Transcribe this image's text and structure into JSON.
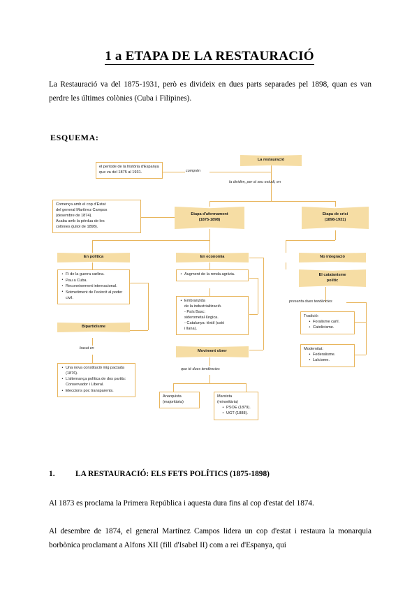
{
  "document": {
    "title": "1 a ETAPA DE LA RESTAURACIÓ",
    "intro": "La Restauració va del 1875-1931, però es divideix en dues parts separades pel 1898, quan es van perdre les últimes colònies (Cuba i Filipines).",
    "esquema_label": "ESQUEMA:",
    "section": {
      "number": "1.",
      "heading": "LA RESTAURACIÓ: ELS FETS POLÍTICS (1875-1898)"
    },
    "paragraphs": [
      "Al 1873 es proclama la Primera República i aquesta dura fins al cop d'estat del 1874.",
      "Al desembre de 1874, el general Martínez Campos lidera un cop d'estat i restaura la monarquia borbònica proclamant a Alfons XII (fill d'Isabel II) com a rei d'Espanya, qui"
    ]
  },
  "diagram": {
    "accent_color": "#e8b55c",
    "fill_color": "#f6dda4",
    "root": {
      "title": "La restauració"
    },
    "definition": "el període de la història d'Espanya que va del 1875 al 1931.",
    "connector_labels": {
      "compren": "comprèn",
      "la_dividim": "la dividim, per al seu estudi, en",
      "basat_en": "basat en",
      "que_te_dues": "que té dues tendències",
      "presenta_dues": "presenta dues tendències"
    },
    "etapa_afermament": {
      "line1": "Etapa d'afermament",
      "line2": "(1875-1898)"
    },
    "etapa_crisi": {
      "line1": "Etapa de crisi",
      "line2": "(1898-1931)"
    },
    "afermament_note": [
      "Comença amb el cop d'Estat",
      "del general Martínez Campos",
      "(desembre de 1874).",
      "Acaba amb la pèrdua de les",
      "colònies (juliol de 1898)."
    ],
    "en_politica": {
      "title": "En política",
      "bullets": [
        "Fi de la guerra carlina.",
        "Pau a Cuba.",
        "Reconeixement internacional.",
        "Sotmetiment de l'exèrcit al poder civil."
      ]
    },
    "bipartidisme": {
      "title": "Bipartidisme",
      "bullets": [
        "Una nova constitució mig pactada (1876).",
        "L'alternança política de dos partits: Conservador i Liberal.",
        "Eleccions poc transparents."
      ]
    },
    "en_economia": {
      "title": "En economia",
      "renda": "Augment de la renda agrària.",
      "industria": {
        "main1": "Embranzida",
        "main2": "de la industrialització.",
        "sub": [
          "- País Basc:",
          "  siderometal·lúrgica.",
          "- Catalunya: tèxtil (cotó",
          "  i llana)."
        ]
      }
    },
    "moviment_obrer": {
      "title": "Moviment obrer",
      "anarquista": [
        "Anarquista",
        "(majoritària)"
      ],
      "marxista": {
        "line1": "Marxista",
        "line2": "(minoritària)",
        "bullets": [
          "PSOE (1879).",
          "UGT (1888)."
        ]
      }
    },
    "no_integracio": {
      "title": "No integració"
    },
    "catalanisme": {
      "line1": "El catalanisme",
      "line2": "polític"
    },
    "tradicio": {
      "title": "Tradició:",
      "bullets": [
        "Foralisme carlí.",
        "Catolicisme."
      ]
    },
    "modernitat": {
      "title": "Modernitat:",
      "bullets": [
        "Federalisme.",
        "Laïcisme."
      ]
    }
  }
}
